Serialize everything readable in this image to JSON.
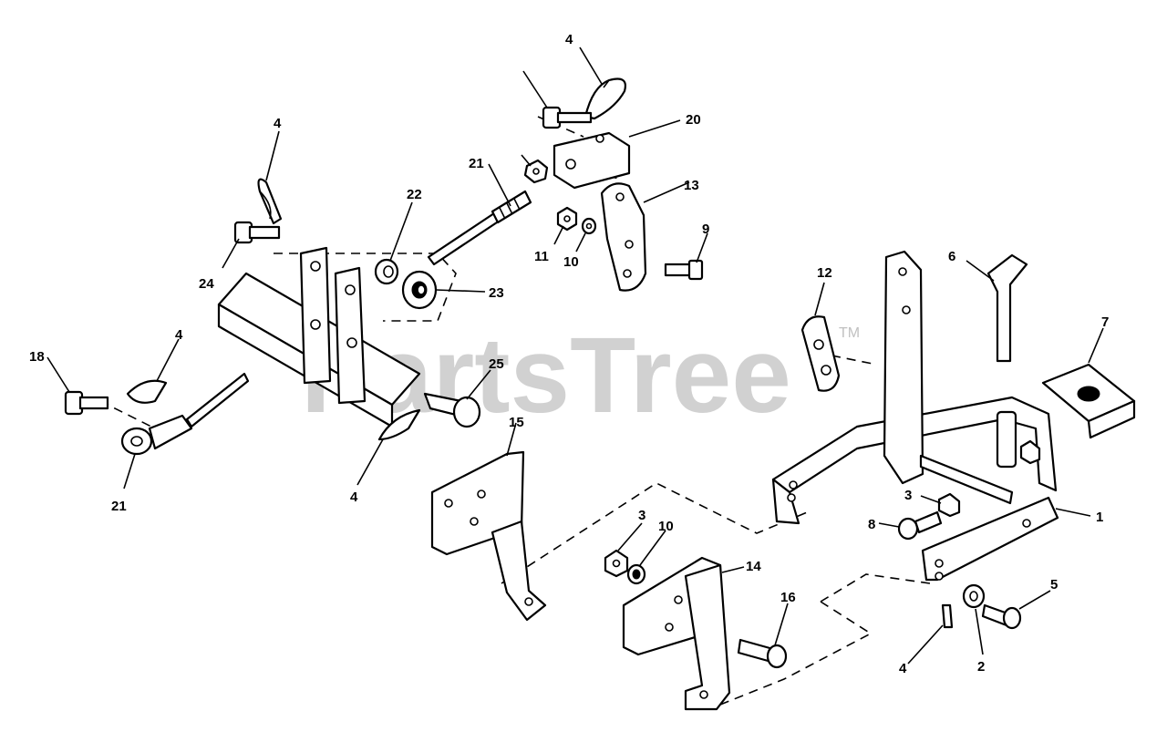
{
  "watermark": {
    "text": "PartsTree",
    "trademark": "TM"
  },
  "callouts": {
    "c4_top": "4",
    "c20": "20",
    "c21_top": "21",
    "c13": "13",
    "c11": "11",
    "c10_top": "10",
    "c9": "9",
    "c4_left": "4",
    "c22": "22",
    "c23": "23",
    "c24": "24",
    "c18": "18",
    "c4_mid": "4",
    "c25": "25",
    "c21_bottom": "21",
    "c4_bottom": "4",
    "c15": "15",
    "c12": "12",
    "c6": "6",
    "c7": "7",
    "c3_right": "3",
    "c1": "1",
    "c8": "8",
    "c3_bottom": "3",
    "c10_bottom": "10",
    "c14": "14",
    "c16": "16",
    "c5": "5",
    "c2": "2",
    "c4_right": "4"
  },
  "colors": {
    "ink": "#000000",
    "paper": "#ffffff",
    "watermark": "#8c8c8c"
  }
}
